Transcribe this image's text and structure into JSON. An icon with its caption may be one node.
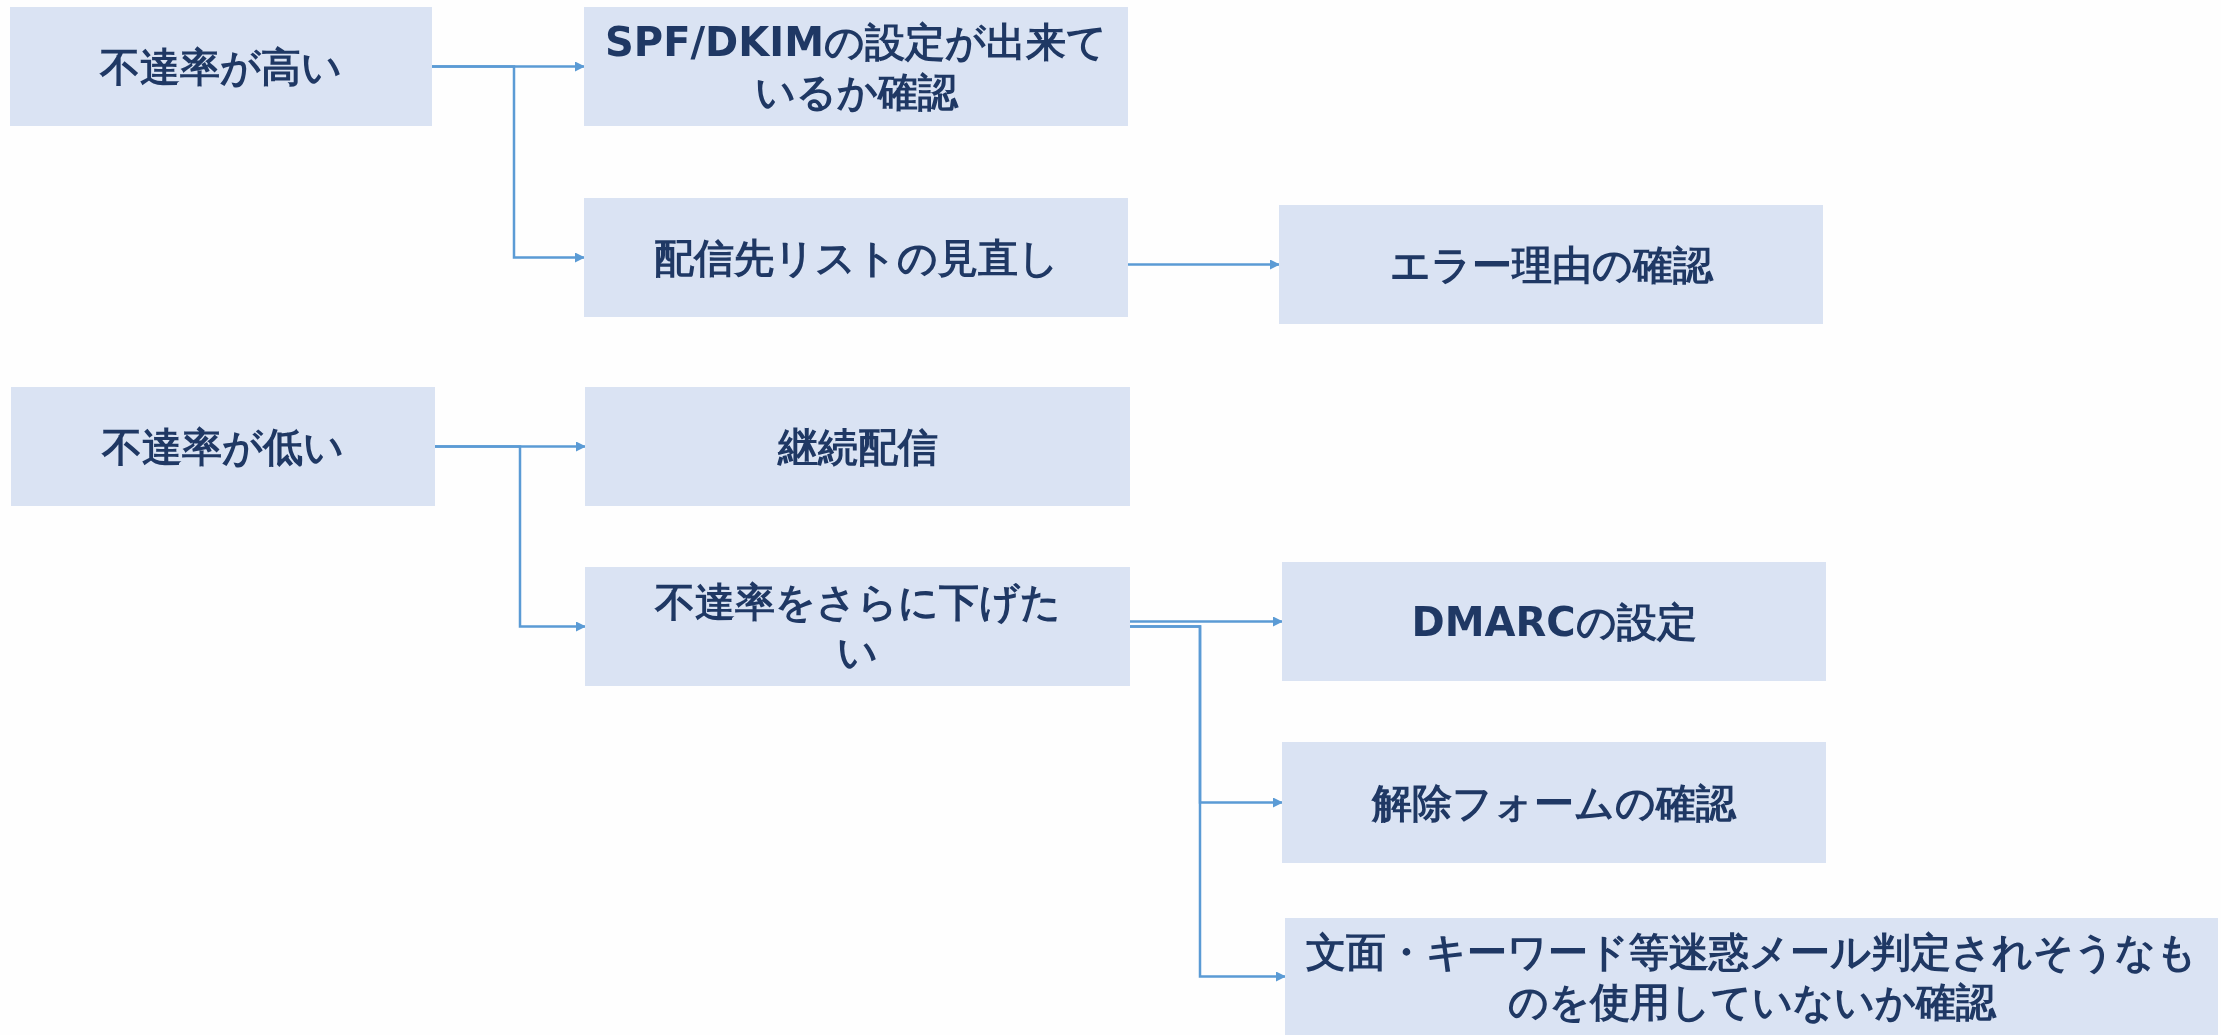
{
  "diagram": {
    "nodes": [
      {
        "text": [
          "不達率が高い"
        ]
      },
      {
        "text": [
          "SPF/DKIMの設定が出来ているか確認"
        ]
      },
      {
        "text": [
          "配信先リストの見直し"
        ]
      },
      {
        "text": [
          "エラー理由の確認"
        ]
      },
      {
        "text": [
          "不達率が低い"
        ]
      },
      {
        "text": [
          "継続配信"
        ]
      },
      {
        "text": [
          "不達率をさらに下げたい"
        ]
      },
      {
        "text": [
          "DMARCの設定"
        ]
      },
      {
        "text": [
          "解除フォームの確認"
        ]
      },
      {
        "text": [
          "文面・キーワード等迷惑メール判定されそうなものを使用していないか確認"
        ]
      }
    ],
    "edges": [
      {
        "from": 0,
        "to": 1,
        "arrow": "to"
      },
      {
        "from": 0,
        "to": 2,
        "arrow": "to"
      },
      {
        "from": 2,
        "to": 3,
        "arrow": "to"
      },
      {
        "from": 4,
        "to": 5,
        "arrow": "to"
      },
      {
        "from": 4,
        "to": 6,
        "arrow": "to"
      },
      {
        "from": 6,
        "to": 7,
        "arrow": "to"
      },
      {
        "from": 6,
        "to": 8,
        "arrow": "to"
      },
      {
        "from": 6,
        "to": 9,
        "arrow": "to"
      }
    ]
  }
}
